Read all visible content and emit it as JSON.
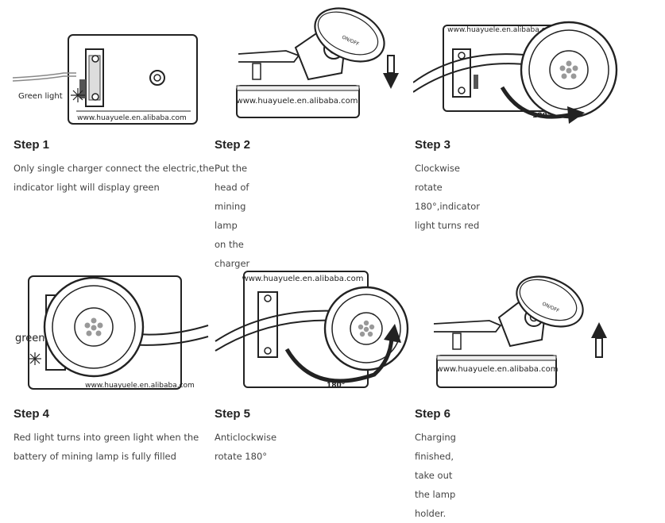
{
  "steps": [
    {
      "title": "Step 1",
      "desc_lines": [
        "Only single charger connect the electric,the",
        "indicator light will display green"
      ],
      "labels": {
        "watermark": "www.huayuele.en.alibaba.com",
        "indicator": "Green light"
      }
    },
    {
      "title": "Step 2",
      "desc_lines": [
        "Put the head of mining lamp on the charger"
      ],
      "labels": {
        "watermark": "www.huayuele.en.alibaba.com",
        "switch": "ON/OFF"
      }
    },
    {
      "title": "Step 3",
      "desc_lines": [
        "Clockwise rotate 180°,indicator light turns red"
      ],
      "labels": {
        "watermark": "www.huayuele.en.alibaba.com",
        "angle": "180°"
      }
    },
    {
      "title": "Step 4",
      "desc_lines": [
        "Red light turns into green light when the",
        "battery of mining lamp is fully filled"
      ],
      "labels": {
        "watermark": "www.huayuele.en.alibaba.com",
        "indicator": "green"
      }
    },
    {
      "title": "Step 5",
      "desc_lines": [
        "Anticlockwise rotate 180°"
      ],
      "labels": {
        "watermark": "www.huayuele.en.alibaba.com",
        "angle": "180°"
      }
    },
    {
      "title": "Step 6",
      "desc_lines": [
        "Charging finished, take out the lamp holder."
      ],
      "labels": {
        "watermark": "www.huayuele.en.alibaba.com",
        "switch": "ON/OFF"
      }
    }
  ]
}
